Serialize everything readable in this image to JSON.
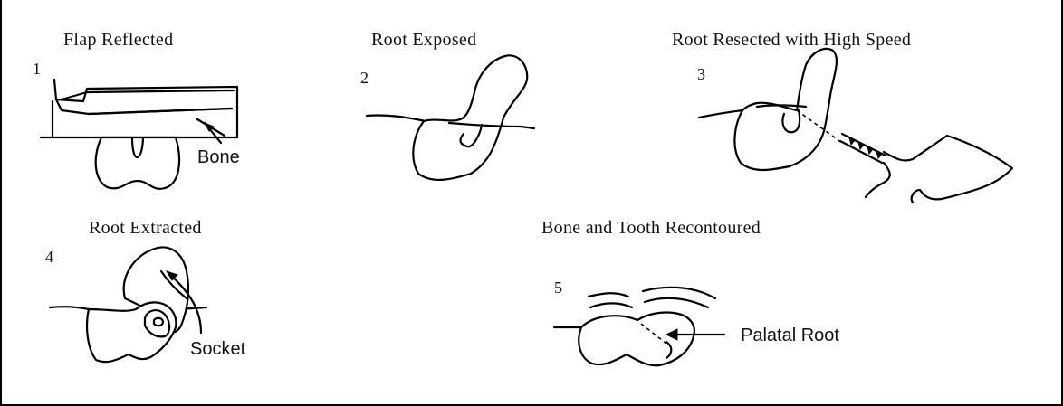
{
  "panels": [
    {
      "number": "1",
      "title": "Flap Reflected",
      "labels": [
        "Bone"
      ]
    },
    {
      "number": "2",
      "title": "Root Exposed",
      "labels": []
    },
    {
      "number": "3",
      "title": "Root Resected with High Speed",
      "labels": []
    },
    {
      "number": "4",
      "title": "Root Extracted",
      "labels": [
        "Socket"
      ]
    },
    {
      "number": "5",
      "title": "Bone and Tooth Recontoured",
      "labels": [
        "Palatal Root"
      ]
    }
  ]
}
